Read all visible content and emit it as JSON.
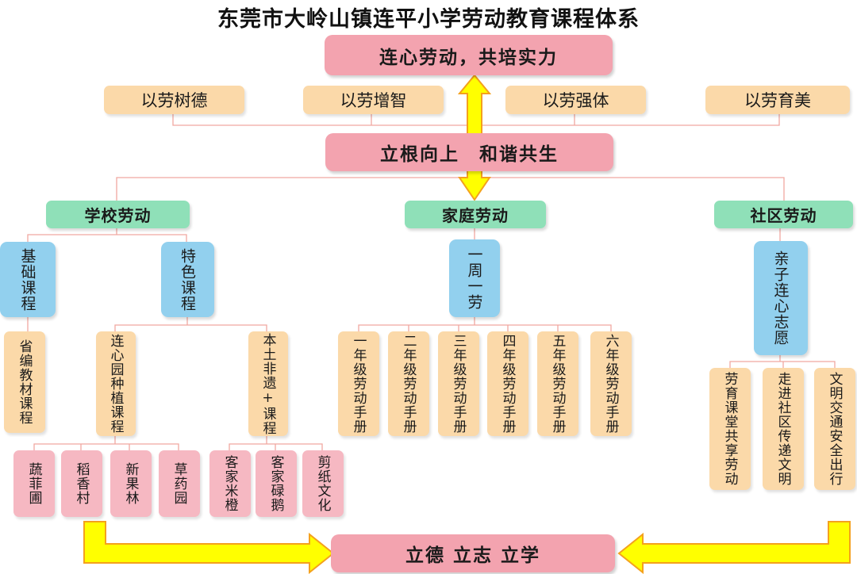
{
  "title": "东莞市大岭山镇连平小学劳动教育课程体系",
  "top_goal": "连心劳动，共培实力",
  "values": [
    "以劳树德",
    "以劳增智",
    "以劳强体",
    "以劳育美"
  ],
  "root": "立根向上　和谐共生",
  "branches": {
    "school": {
      "label": "学校劳动",
      "basic": {
        "label": "基础课程",
        "children": [
          "省编教材课程"
        ]
      },
      "special": {
        "label": "特色课程",
        "garden": {
          "label": "连心园种植课程",
          "children": [
            "蔬菲圃",
            "稻香村",
            "新果林",
            "草药园"
          ]
        },
        "heritage": {
          "label": "本土非遗+课程",
          "children": [
            "客家米橙",
            "客家碌鹅",
            "剪纸文化"
          ]
        }
      }
    },
    "family": {
      "label": "家庭劳动",
      "program": {
        "label": "一周一劳",
        "children": [
          "一年级劳动手册",
          "二年级劳动手册",
          "三年级劳动手册",
          "四年级劳动手册",
          "五年级劳动手册",
          "六年级劳动手册"
        ]
      }
    },
    "community": {
      "label": "社区劳动",
      "program": {
        "label": "亲子连心志愿",
        "children": [
          "劳育课堂共享劳动",
          "走进社区传递文明",
          "文明交通安全出行"
        ]
      }
    }
  },
  "outcome": "立德 立志 立学",
  "colors": {
    "pink": "#f3a3af",
    "tan": "#fbd9a9",
    "green": "#8fe0b8",
    "blue": "#92d0ee",
    "light_pink": "#f6b8c2",
    "line": "#f0a8a0",
    "arrow_fill": "#ffff00",
    "arrow_stroke": "#f4a11d"
  }
}
